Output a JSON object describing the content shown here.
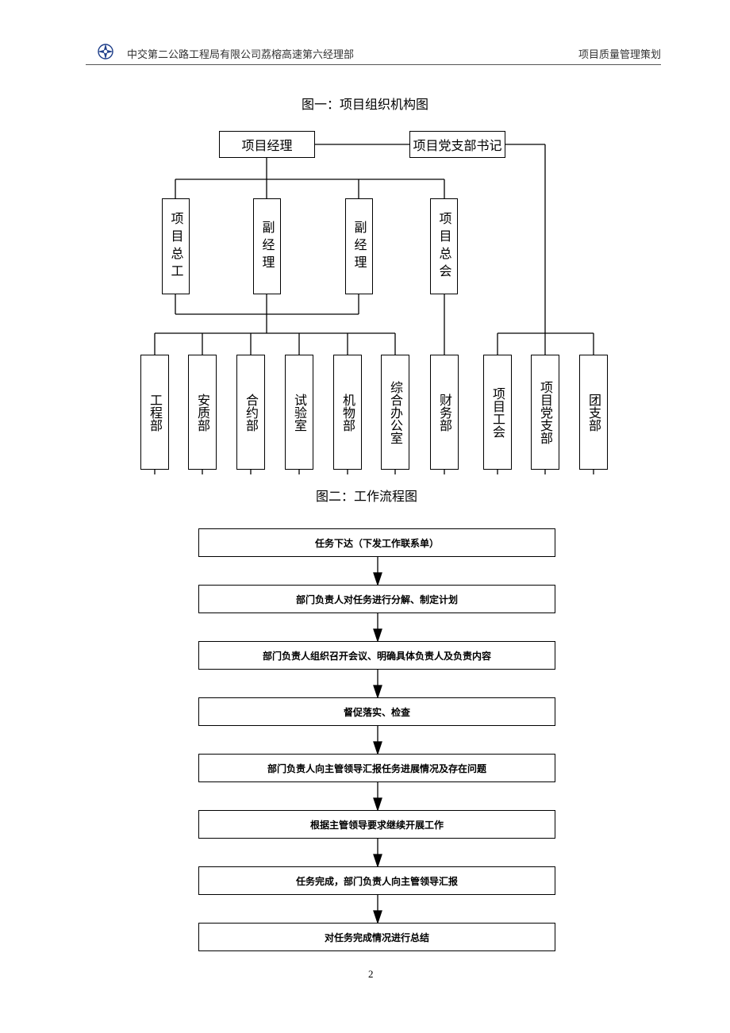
{
  "header": {
    "company": "中交第二公路工程局有限公司荔榕高速第六经理部",
    "doc_title": "项目质量管理策划",
    "logo_icon": "company-logo-icon"
  },
  "figure1": {
    "caption": "图一：项目组织机构图",
    "top": {
      "manager": "项目经理",
      "party_secretary": "项目党支部书记"
    },
    "middle": [
      {
        "label": "项目总工"
      },
      {
        "label": "副经理"
      },
      {
        "label": "副经理"
      },
      {
        "label": "项目总会"
      }
    ],
    "departments": [
      {
        "label": "工程部"
      },
      {
        "label": "安质部"
      },
      {
        "label": "合约部"
      },
      {
        "label": "试验室"
      },
      {
        "label": "机物部"
      },
      {
        "label": "综合办公室"
      },
      {
        "label": "财务部"
      }
    ],
    "party_units": [
      {
        "label": "项目工会"
      },
      {
        "label": "项目党支部"
      },
      {
        "label": "团支部"
      }
    ]
  },
  "figure2": {
    "caption": "图二：工作流程图",
    "steps": [
      "任务下达（下发工作联系单）",
      "部门负责人对任务进行分解、制定计划",
      "部门负责人组织召开会议、明确具体负责人及负责内容",
      "督促落实、检查",
      "部门负责人向主管领导汇报任务进展情况及存在问题",
      "根据主管领导要求继续开展工作",
      "任务完成，部门负责人向主管领导汇报",
      "对任务完成情况进行总结"
    ]
  },
  "footer": {
    "page_number": "2"
  }
}
